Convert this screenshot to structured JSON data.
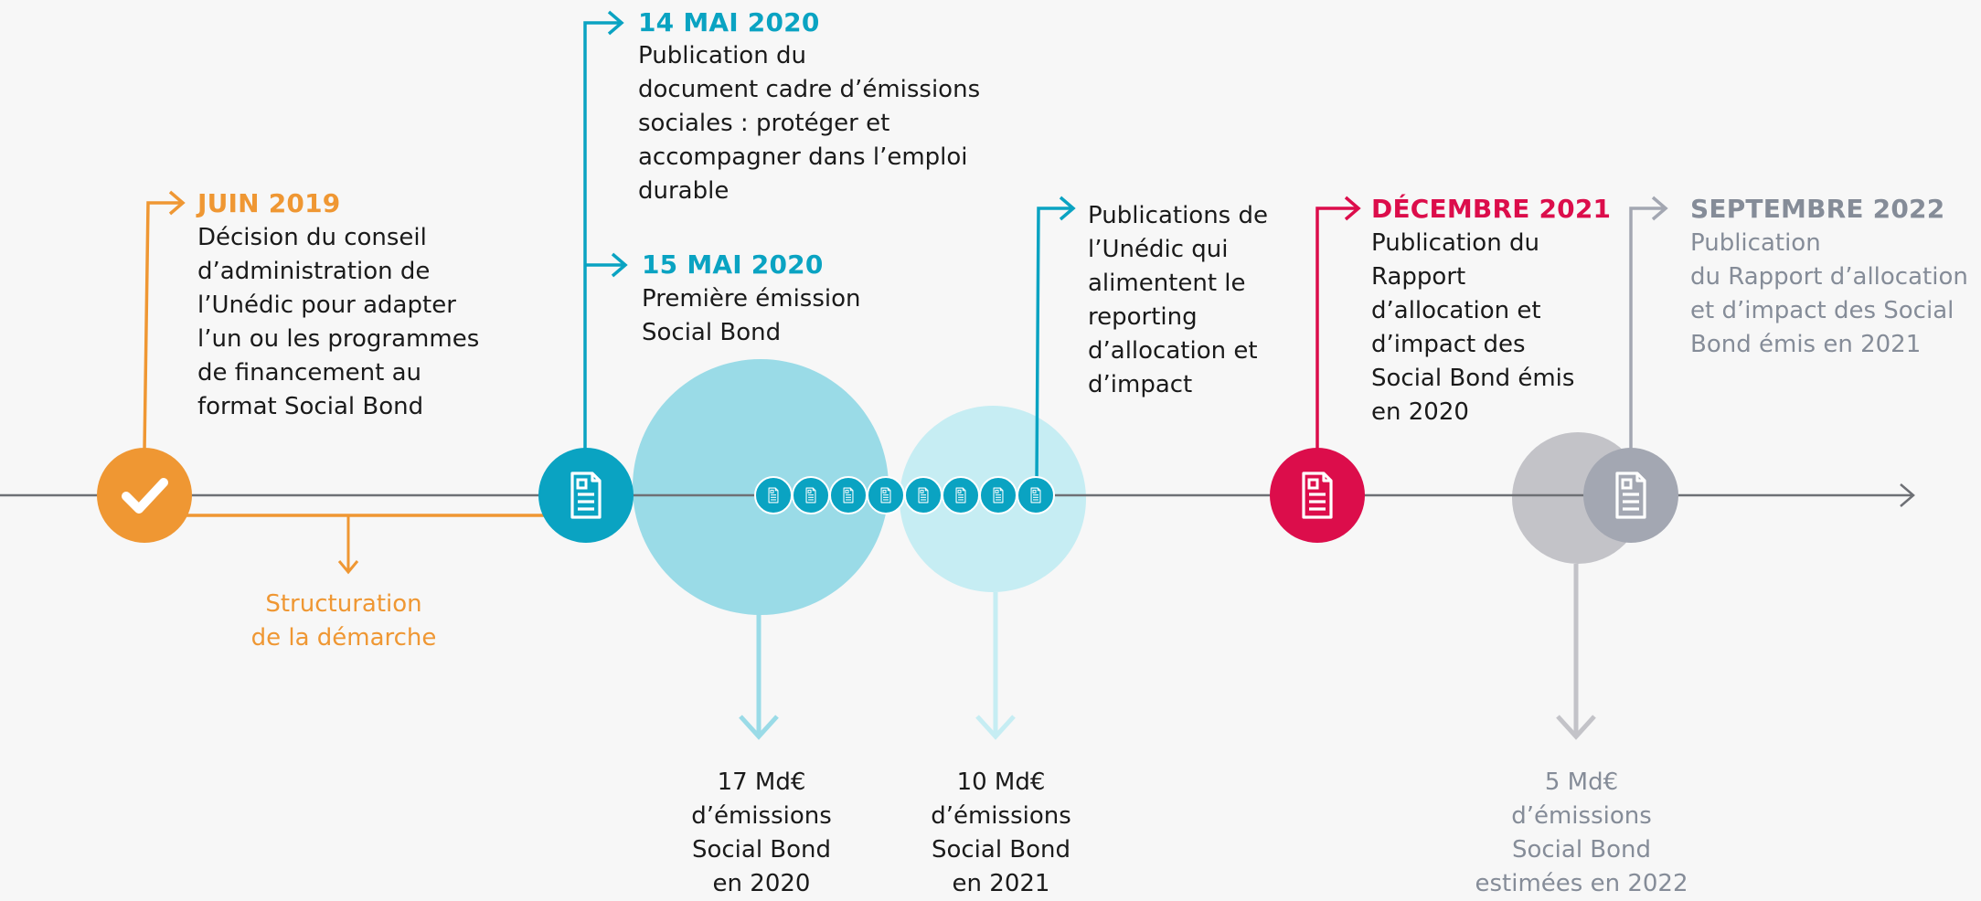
{
  "milestones": [
    {
      "id": "juin-2019",
      "date": "JUIN 2019",
      "text": "Décision du conseil\nd’administration de\nl’Unédic pour adapter\nl’un ou les programmes\nde financement au\nformat Social Bond",
      "color": "#ef9733",
      "icon": "checkmark-icon"
    },
    {
      "id": "mai-14-2020",
      "date": "14 MAI 2020",
      "text": "Publication du\ndocument cadre d’émissions\nsociales : protéger et\naccompagner dans l’emploi\ndurable",
      "color": "#0aa3c2",
      "icon": "document-icon"
    },
    {
      "id": "mai-15-2020",
      "date": "15 MAI 2020",
      "text": "Première émission\nSocial Bond",
      "color": "#0aa3c2",
      "icon": "document-icon"
    },
    {
      "id": "publications-unedic",
      "date": "",
      "text": "Publications de\nl’Unédic qui\nalimentent le\nreporting\nd’allocation et\nd’impact",
      "color": "#0aa3c2",
      "icon": "document-icon"
    },
    {
      "id": "decembre-2021",
      "date": "DÉCEMBRE 2021",
      "text": "Publication du\nRapport\nd’allocation et\nd’impact des\nSocial Bond émis\nen 2020",
      "color": "#dc0d4b",
      "icon": "document-icon"
    },
    {
      "id": "septembre-2022",
      "date": "SEPTEMBRE 2022",
      "text": "Publication\ndu Rapport d’allocation\net d’impact des Social\nBond émis en 2021",
      "color": "#858c98",
      "icon": "document-icon"
    }
  ],
  "structuration": "Structuration\nde la démarche",
  "volumes": [
    {
      "id": "volume-2020",
      "text": "17 Md€\nd’émissions\nSocial Bond\nen 2020",
      "amount_bn_eur": 17,
      "color": "#9adbe7"
    },
    {
      "id": "volume-2021",
      "text": "10 Md€\nd’émissions\nSocial Bond\nen 2021",
      "amount_bn_eur": 10,
      "color": "#c6edf3"
    },
    {
      "id": "volume-2022",
      "text": "5 Md€\nd’émissions\nSocial Bond\nestimées en 2022",
      "amount_bn_eur": 5,
      "color": "#c3c3c8"
    }
  ],
  "publication_markers_count": 8,
  "colors": {
    "axis": "#6e7075",
    "orange": "#ef9733",
    "teal": "#0aa3c2",
    "red": "#dc0d4b",
    "grey": "#a3a7b2",
    "background": "#f7f7f7"
  }
}
